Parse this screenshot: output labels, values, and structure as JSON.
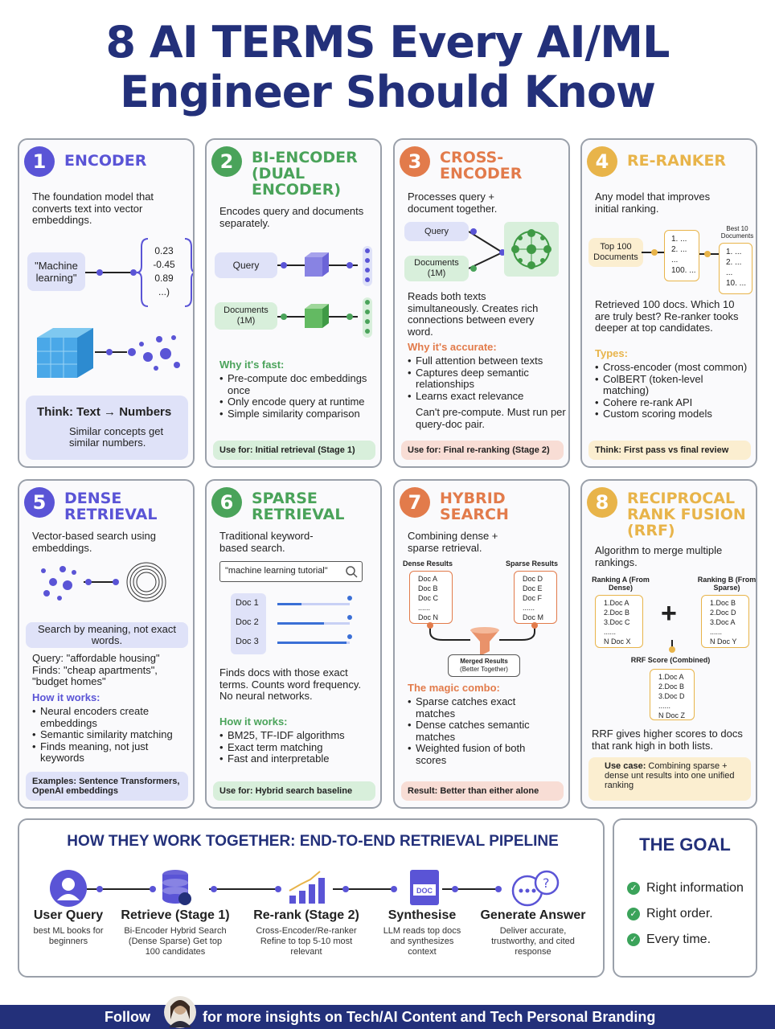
{
  "title": {
    "line1": "8 AI TERMS Every AI/ML",
    "line2": "Engineer Should Know"
  },
  "colors": {
    "blue": "#5a54d6",
    "green": "#4aa35a",
    "orange": "#e27b4b",
    "yellow": "#e8b44a",
    "navy": "#23307a"
  },
  "cards": {
    "c1": {
      "num": "1",
      "title": "ENCODER",
      "desc": "The foundation model that converts text into vector embeddings.",
      "input": "\"Machine learning\"",
      "vec": [
        "0.23",
        "-0.45",
        "0.89",
        "...)"
      ],
      "think": "Think: Text → Numbers",
      "think_sub": "Similar concepts get similar numbers."
    },
    "c2": {
      "num": "2",
      "title": "BI-ENCODER (DUAL ENCODER)",
      "desc": "Encodes query and documents separately.",
      "query": "Query",
      "docs": "Documents (1M)",
      "why": "Why it's fast:",
      "bullets": [
        "Pre-compute doc embeddings once",
        "Only encode query at runtime",
        "Simple similarity comparison"
      ],
      "use": "Use for: Initial retrieval (Stage 1)"
    },
    "c3": {
      "num": "3",
      "title": "CROSS-ENCODER",
      "desc": "Processes query + document together.",
      "query": "Query",
      "docs": "Documents (1M)",
      "reads": "Reads both texts simultaneously. Creates rich connections between every word.",
      "why": "Why it's accurate:",
      "bullets": [
        "Full attention between texts",
        "Captures deep semantic relationships",
        "Learns exact relevance"
      ],
      "note": "Can't pre-compute. Must run per query-doc pair.",
      "use": "Use for: Final re-ranking (Stage 2)"
    },
    "c4": {
      "num": "4",
      "title": "RE-RANKER",
      "desc": "Any model that improves initial ranking.",
      "top100": "Top 100 Documents",
      "list1": [
        "1. ...",
        "2. ...",
        "...",
        "100. ..."
      ],
      "best": "Best 10 Documents",
      "list2": [
        "1. ...",
        "2. ...",
        "...",
        "10. ..."
      ],
      "retrieved": "Retrieved 100 docs. Which 10 are truly best? Re-ranker tooks deeper at top candidates.",
      "types": "Types:",
      "bullets": [
        "Cross-encoder (most common)",
        "ColBERT (token-level matching)",
        "Cohere re-rank API",
        "Custom scoring models"
      ],
      "think": "Think: First pass vs final review"
    },
    "c5": {
      "num": "5",
      "title": "DENSE RETRIEVAL",
      "desc": "Vector-based search using embeddings.",
      "pill": "Search by meaning, not exact words.",
      "query": "Query: \"affordable housing\" Finds: \"cheap apartments\", \"budget homes\"",
      "how": "How it works:",
      "bullets": [
        "Neural encoders create embeddings",
        "Semantic similarity matching",
        "Finds meaning, not just keywords"
      ],
      "examples": "Examples: Sentence Transformers, OpenAI embeddings"
    },
    "c6": {
      "num": "6",
      "title": "SPARSE RETRIEVAL",
      "desc": "Traditional keyword-based search.",
      "search": "\"machine learning tutorial\"",
      "docs": [
        "Doc 1",
        "Doc 2",
        "Doc 3"
      ],
      "finds": "Finds docs with those exact terms. Counts word frequency. No neural networks.",
      "how": "How it works:",
      "bullets": [
        "BM25, TF-IDF algorithms",
        "Exact term matching",
        "Fast and interpretable"
      ],
      "use": "Use for: Hybrid search baseline"
    },
    "c7": {
      "num": "7",
      "title": "HYBRID SEARCH",
      "desc": "Combining dense + sparse retrieval.",
      "dense_h": "Dense Results",
      "dense": [
        "Doc A",
        "Doc B",
        "Doc C",
        "......",
        "Doc N"
      ],
      "sparse_h": "Sparse Results",
      "sparse": [
        "Doc D",
        "Doc E",
        "Doc F",
        "......",
        "Doc M"
      ],
      "merged": "Merged Results",
      "merged_sub": "(Better Together)",
      "magic": "The magic combo:",
      "bullets": [
        "Sparse catches exact matches",
        "Dense catches semantic matches",
        "Weighted fusion of both scores"
      ],
      "result": "Result: Better than either alone"
    },
    "c8": {
      "num": "8",
      "title": "RECIPROCAL RANK FUSION (RRF)",
      "desc": "Algorithm to merge multiple rankings.",
      "rankA_h": "Ranking A (From Dense)",
      "rankA": [
        "1.Doc A",
        "2.Doc B",
        "3.Doc C",
        "......",
        "N Doc X"
      ],
      "rankB_h": "Ranking B (From Sparse)",
      "rankB": [
        "1.Doc B",
        "2.Doc D",
        "3.Doc A",
        "......",
        "N Doc Y"
      ],
      "plus": "+",
      "rrf_h": "RRF Score (Combined)",
      "rrf": [
        "1.Doc A",
        "2.Doc B",
        "3.Doc D",
        "......",
        "N Doc Z"
      ],
      "gives": "RRF gives higher scores to docs that rank high in both lists.",
      "usecase_b": "Use case:",
      "usecase": " Combining sparse + dense unt results into one unified ranking"
    }
  },
  "pipeline": {
    "title": "HOW THEY WORK TOGETHER: END-TO-END RETRIEVAL PIPELINE",
    "steps": [
      {
        "h": "User Query",
        "d": "best ML books for beginners"
      },
      {
        "h": "Retrieve (Stage 1)",
        "d": "Bi-Encoder Hybrid Search (Dense Sparse) Get top 100 candidates"
      },
      {
        "h": "Re-rank (Stage 2)",
        "d": "Cross-Encoder/Re-ranker Refine to top 5-10 most relevant"
      },
      {
        "h": "Synthesise",
        "d": "LLM reads top docs and synthesizes context"
      },
      {
        "h": "Generate Answer",
        "d": "Deliver accurate, trustworthy, and cited response"
      }
    ],
    "doc_icon": "DOC"
  },
  "goal": {
    "title": "THE GOAL",
    "items": [
      "Right information",
      "Right order.",
      "Every time."
    ]
  },
  "footer": {
    "follow": "Follow",
    "rest": "for more insights on Tech/AI Content and Tech Personal Branding"
  }
}
